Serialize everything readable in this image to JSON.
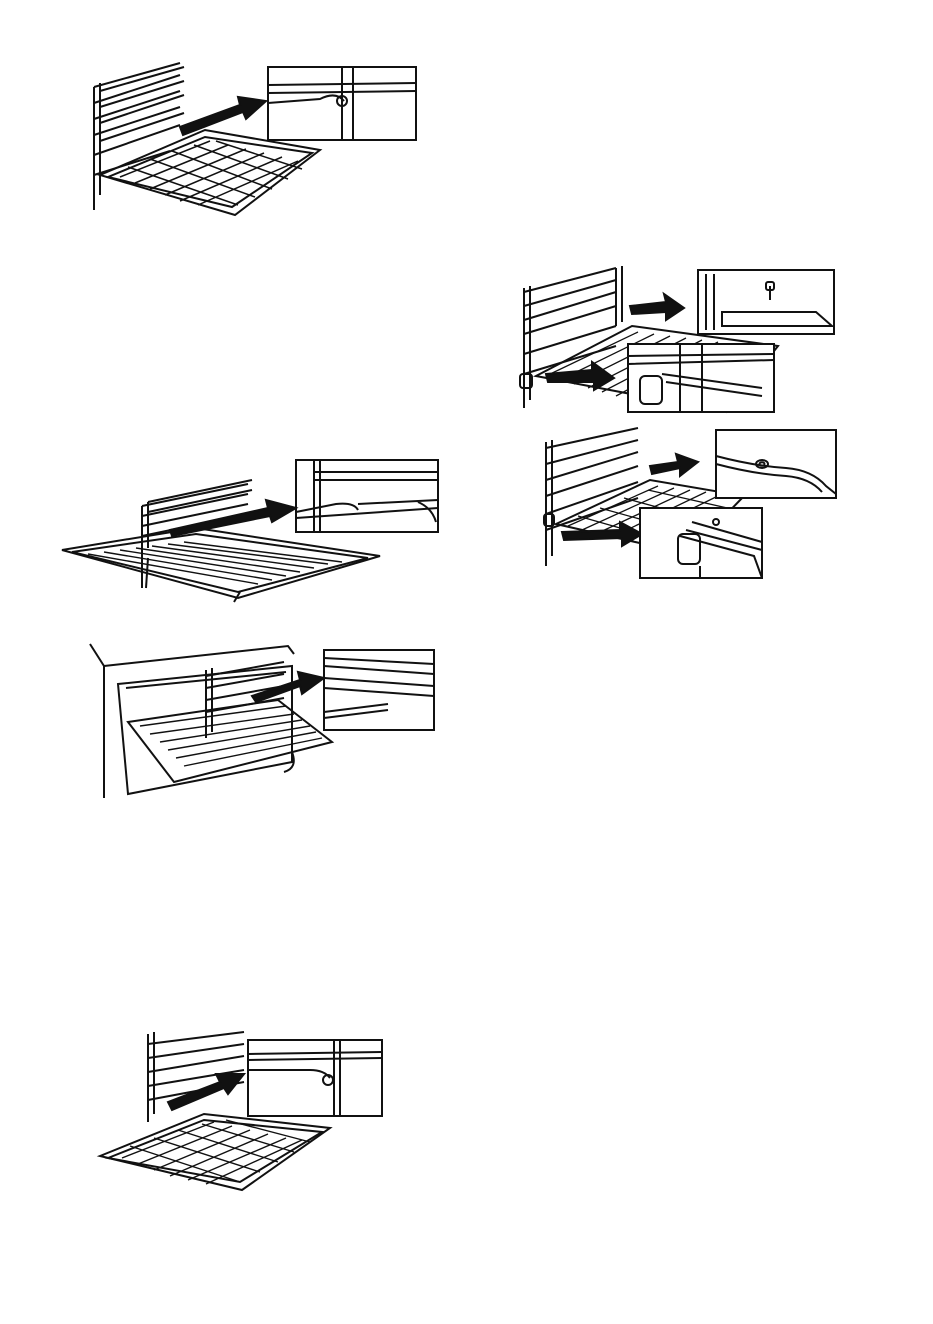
{
  "page": {
    "figures": [
      {
        "id": "fig-1",
        "subject": "tray-on-side-rack"
      },
      {
        "id": "fig-2",
        "subject": "wire-shelf-on-side-rack"
      },
      {
        "id": "fig-3",
        "subject": "wire-shelf-in-oven-cavity"
      },
      {
        "id": "fig-4",
        "subject": "tray-on-lower-rack"
      },
      {
        "id": "fig-5",
        "subject": "telescopic-rail-shelf"
      },
      {
        "id": "fig-6",
        "subject": "telescopic-rail-tray"
      }
    ]
  },
  "colors": {
    "line": "#111111",
    "background": "#ffffff"
  },
  "icons": [
    "arrow-icon",
    "detail-callout",
    "shelf-grid",
    "tray-mesh"
  ]
}
